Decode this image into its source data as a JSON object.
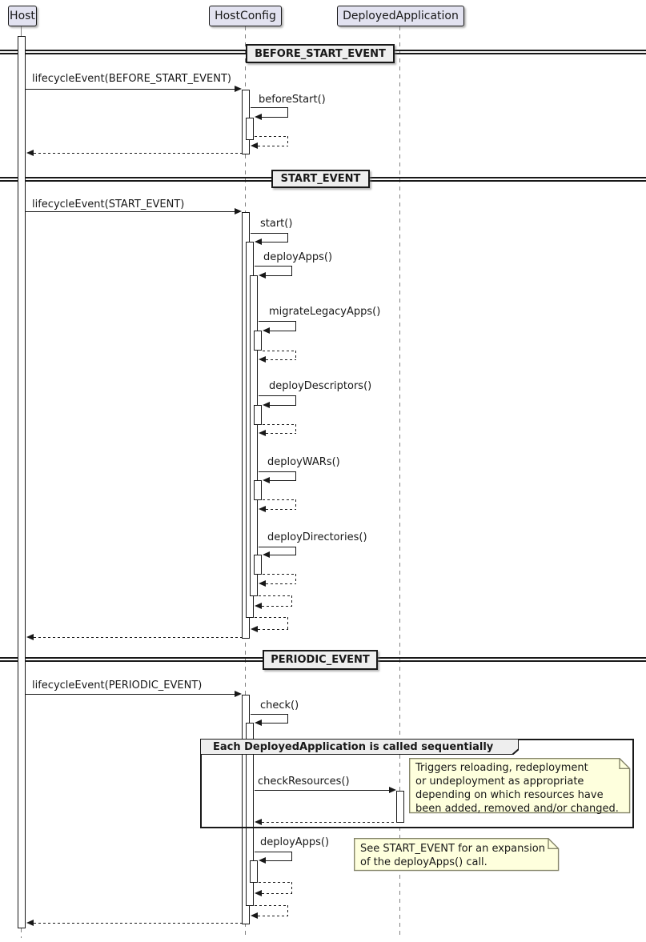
{
  "diagram": {
    "participants": {
      "host": "Host",
      "hostconfig": "HostConfig",
      "deployedapplication": "DeployedApplication"
    },
    "dividers": {
      "before_start": "BEFORE_START_EVENT",
      "start": "START_EVENT",
      "periodic": "PERIODIC_EVENT"
    },
    "messages": {
      "lifecycle_before_start": "lifecycleEvent(BEFORE_START_EVENT)",
      "before_start": "beforeStart()",
      "lifecycle_start": "lifecycleEvent(START_EVENT)",
      "start": "start()",
      "deploy_apps": "deployApps()",
      "migrate_legacy_apps": "migrateLegacyApps()",
      "deploy_descriptors": "deployDescriptors()",
      "deploy_wars": "deployWARs()",
      "deploy_directories": "deployDirectories()",
      "lifecycle_periodic": "lifecycleEvent(PERIODIC_EVENT)",
      "check": "check()",
      "check_resources": "checkResources()",
      "deploy_apps_periodic": "deployApps()"
    },
    "group": {
      "title": "Each DeployedApplication is called sequentially"
    },
    "notes": {
      "triggers": {
        "line1": "Triggers reloading, redeployment",
        "line2": "or undeployment as appropriate",
        "line3": "depending on which resources have",
        "line4": "been added, removed and/or changed."
      },
      "see_start": {
        "line1": "See START_EVENT for an expansion",
        "line2": "of the deployApps() call."
      }
    },
    "colors": {
      "participant_fill": "#E2E2F0",
      "note_fill": "#FEFFDD",
      "divider_fill": "#EEEEEE",
      "line": "#181818",
      "lifeline": "#808080"
    }
  }
}
